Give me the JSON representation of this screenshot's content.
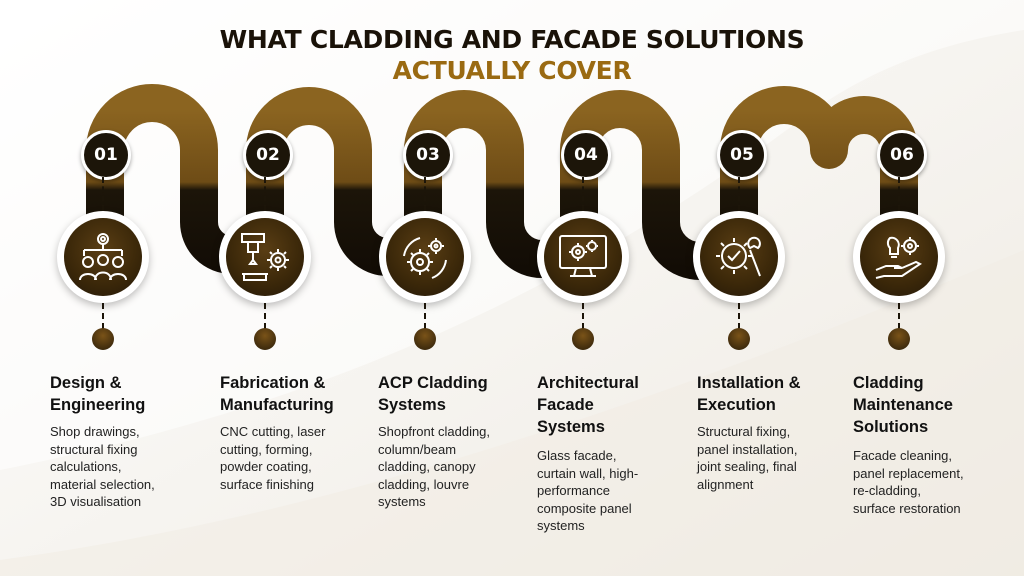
{
  "title": {
    "part1": "WHAT CLADDING AND FACADE SOLUTIONS",
    "part2": "ACTUALLY COVER"
  },
  "colors": {
    "dark": "#1c1509",
    "gold": "#9a6a12",
    "ribbon_top": "#8b6420",
    "ribbon_bottom": "#1a1208"
  },
  "steps": [
    {
      "number": "01",
      "icon": "team-engineering-icon",
      "title_lines": [
        "Design &",
        "Engineering"
      ],
      "desc_lines": [
        "Shop drawings,",
        "structural fixing",
        "calculations,",
        "material selection,",
        "3D visualisation"
      ]
    },
    {
      "number": "02",
      "icon": "cnc-machine-icon",
      "title_lines": [
        "Fabrication &",
        "Manufacturing"
      ],
      "desc_lines": [
        "CNC cutting, laser",
        "cutting, forming,",
        "powder coating,",
        "surface finishing"
      ]
    },
    {
      "number": "03",
      "icon": "gears-cycle-icon",
      "title_lines": [
        "ACP Cladding",
        "Systems"
      ],
      "desc_lines": [
        "Shopfront cladding,",
        "column/beam",
        "cladding, canopy",
        "cladding, louvre",
        "systems"
      ]
    },
    {
      "number": "04",
      "icon": "monitor-gears-icon",
      "title_lines": [
        "Architectural",
        "Facade",
        "Systems"
      ],
      "desc_lines": [
        "Glass facade,",
        "curtain wall, high-",
        "performance",
        "composite panel",
        "systems"
      ]
    },
    {
      "number": "05",
      "icon": "gear-wrench-icon",
      "title_lines": [
        "Installation &",
        "Execution"
      ],
      "desc_lines": [
        "Structural fixing,",
        "panel installation,",
        "joint sealing, final",
        "alignment"
      ]
    },
    {
      "number": "06",
      "icon": "hand-bulb-gear-icon",
      "title_lines": [
        "Cladding",
        "Maintenance",
        "Solutions"
      ],
      "desc_lines": [
        "Facade cleaning,",
        "panel replacement,",
        "re-cladding,",
        "surface restoration"
      ]
    }
  ]
}
